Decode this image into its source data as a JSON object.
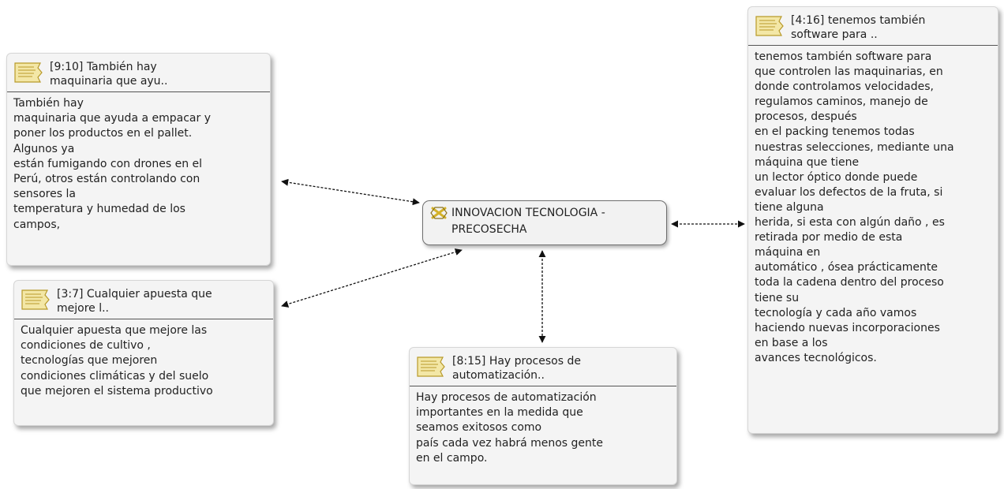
{
  "central_code": {
    "label": "INNOVACION TECNOLOGIA -\nPRECOSECHA",
    "icon": "code-icon"
  },
  "quotations": [
    {
      "id": "9:10",
      "title": "[9:10] También hay\nmaquinaria que ayu..",
      "text": "También  hay\nmaquinaria que ayuda a empacar y\nponer los productos en el pallet.\nAlgunos ya\nestán fumigando con drones en el\nPerú, otros están controlando con\nsensores  la\ntemperatura y humedad de los\ncampos,",
      "icon": "memo-icon"
    },
    {
      "id": "3:7",
      "title": "[3:7] Cualquier apuesta que\nmejore l..",
      "text": "Cualquier apuesta que mejore las\ncondiciones de cultivo ,\ntecnologías  que  mejoren\ncondiciones climáticas y del suelo\nque mejoren el sistema productivo",
      "icon": "memo-icon"
    },
    {
      "id": "8:15",
      "title": "[8:15] Hay procesos de\nautomatización..",
      "text": "Hay procesos de automatización\nimportantes en la medida que\nseamos  exitosos  como\npaís cada vez habrá menos gente\nen el campo.",
      "icon": "memo-icon"
    },
    {
      "id": "4:16",
      "title": "[4:16] tenemos también\nsoftware para ..",
      "text": "tenemos también software  para\nque controlen   las maquinarias,  en\ndonde controlamos velocidades,\nregulamos caminos, manejo de\nprocesos,  después\nen el packing tenemos todas\nnuestras selecciones, mediante una\nmáquina  que  tiene\nun lector óptico donde puede\nevaluar los defectos de la  fruta, si\ntiene   alguna\nherida, si esta con algún daño  , es\nretirada por medio de esta\nmáquina  en\nautomático , ósea prácticamente\ntoda la cadena dentro del proceso\ntiene su\ntecnología y cada año vamos\nhaciendo nuevas incorporaciones\nen base a los\navances tecnológicos.",
      "icon": "memo-icon"
    }
  ],
  "colors": {
    "card_bg": "#f4f4f4",
    "memo_icon_fill": "#f3e7a6",
    "memo_icon_stroke": "#b89a2a",
    "code_icon": "#d4b22a",
    "link_line": "#111111"
  }
}
